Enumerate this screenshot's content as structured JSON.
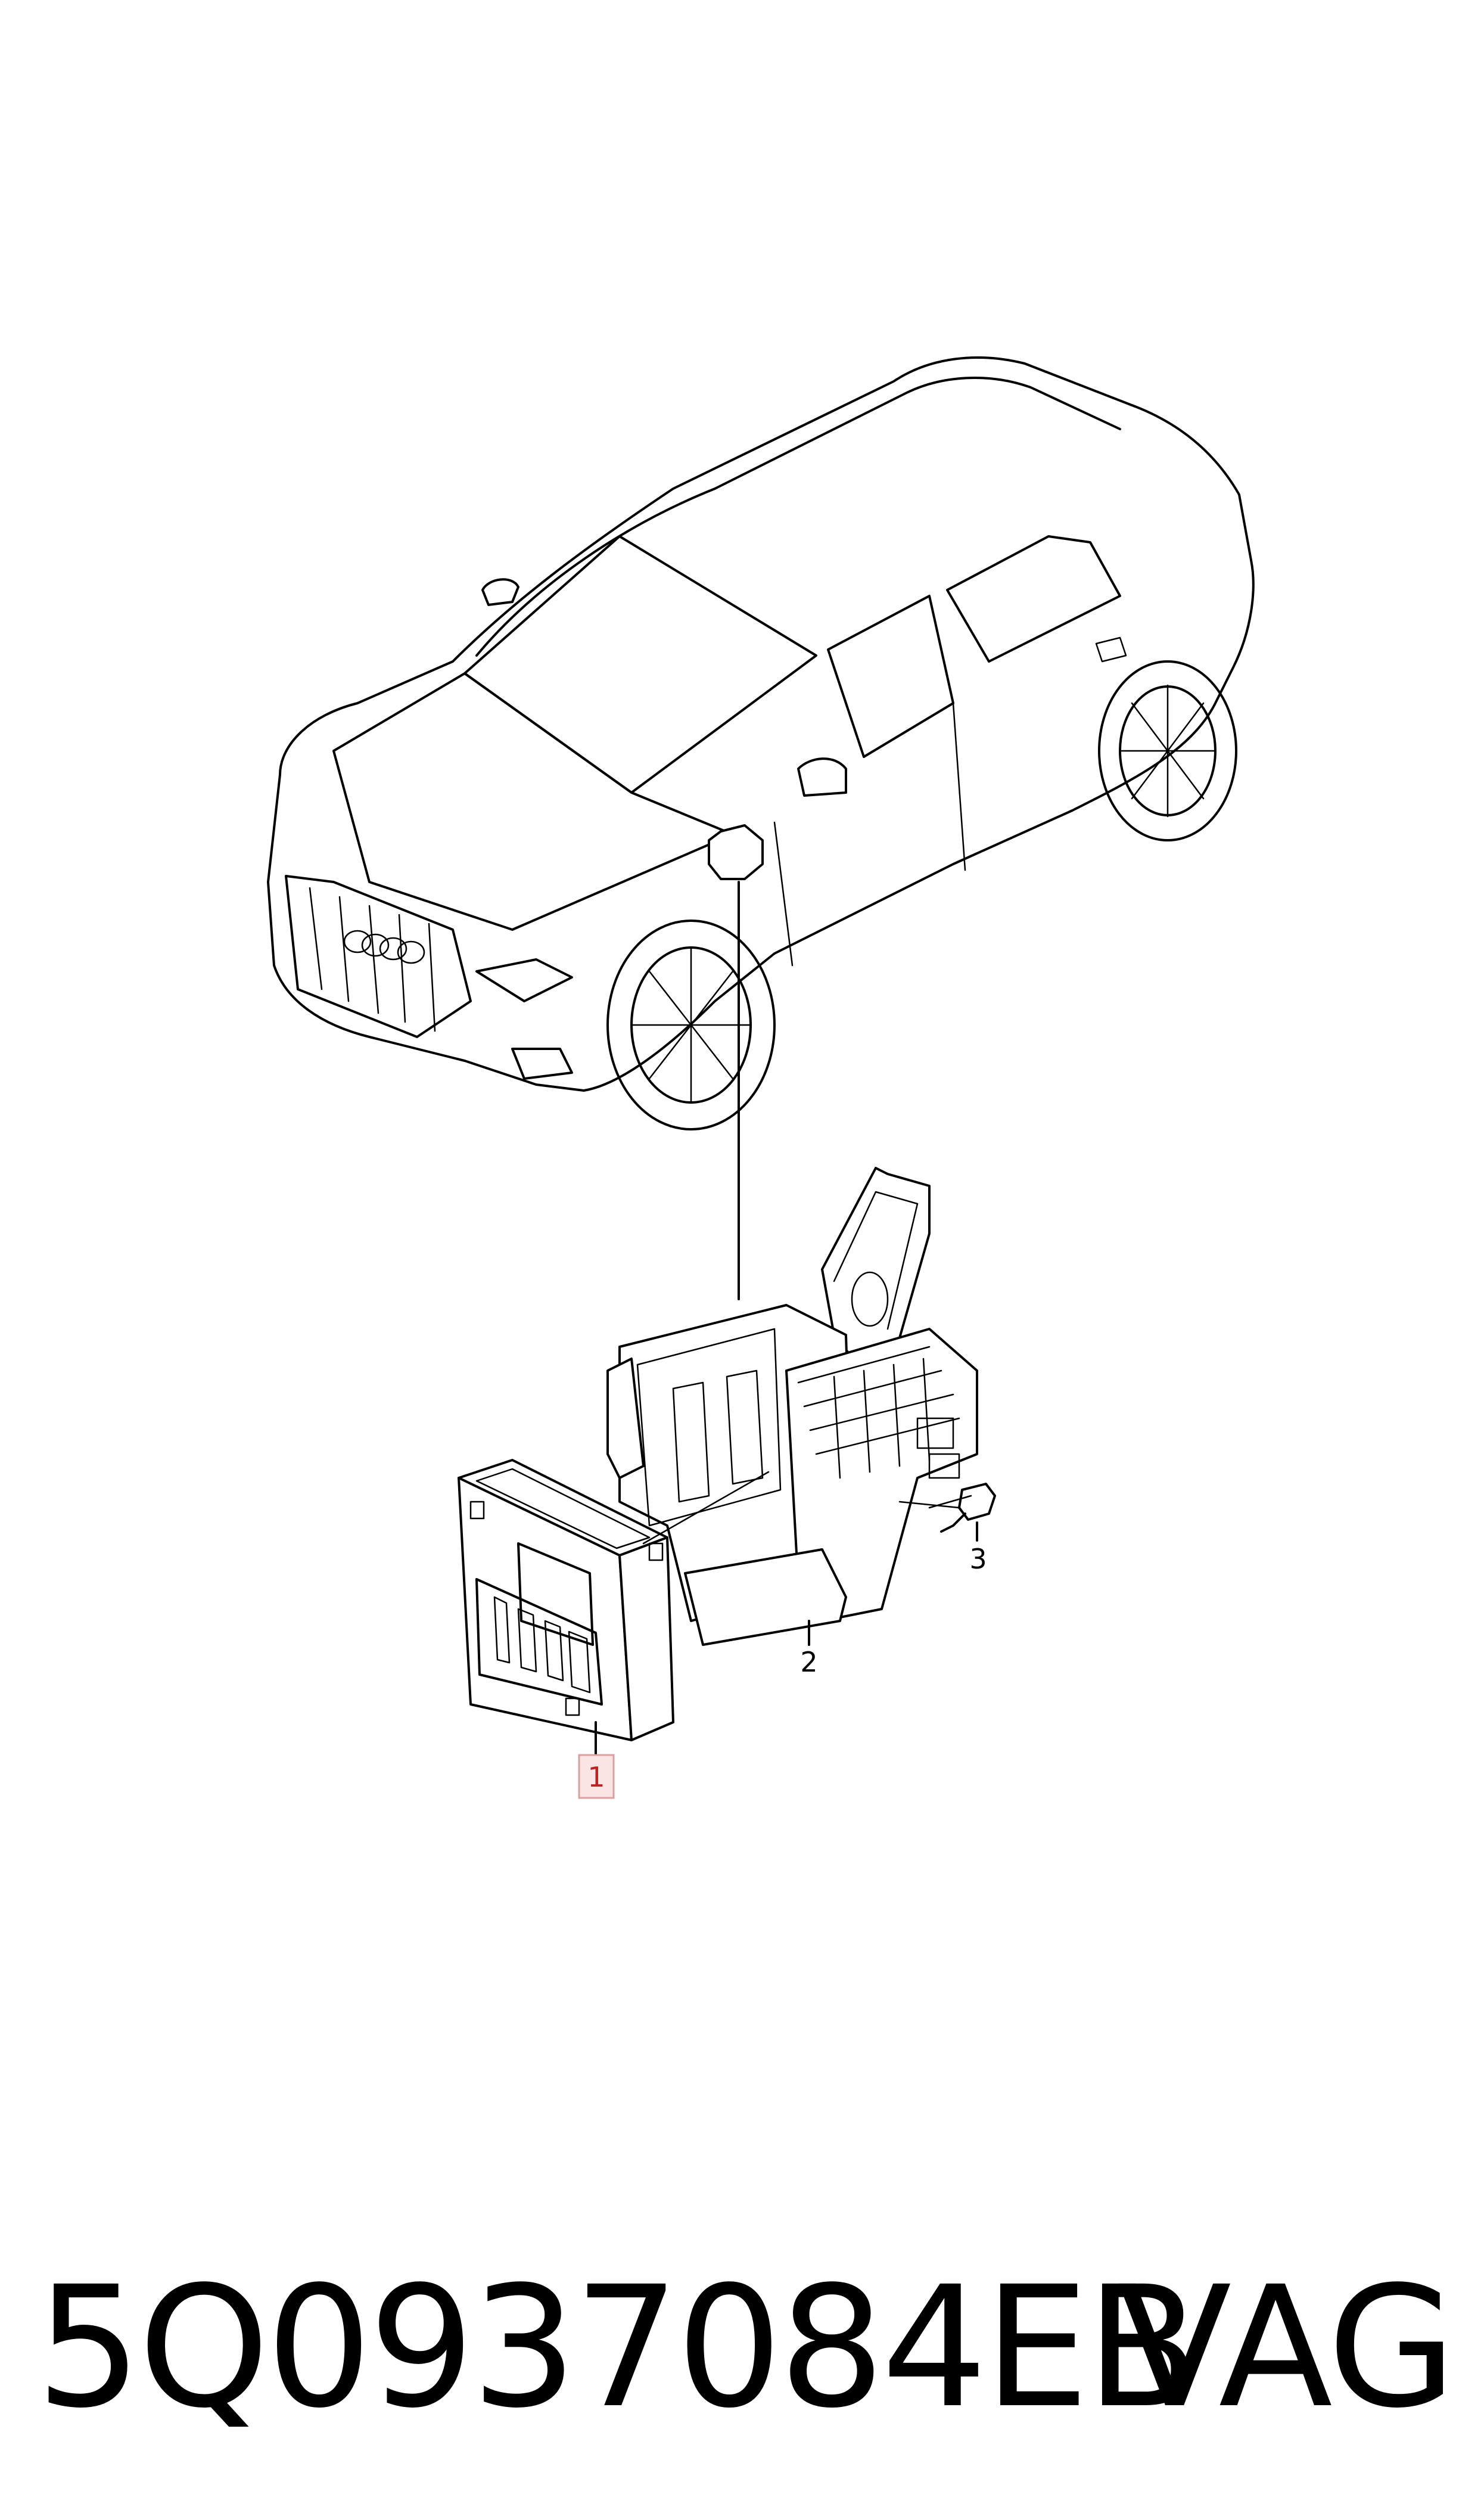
{
  "callouts": [
    {
      "id": "1",
      "label": "1",
      "highlight": true
    },
    {
      "id": "2",
      "label": "2",
      "highlight": false
    },
    {
      "id": "3",
      "label": "3",
      "highlight": false
    }
  ],
  "footer": {
    "part_number": "5Q0937084EB",
    "brand": "VAG"
  },
  "colors": {
    "line": "#000000",
    "highlight_box_fill": "#fbe4e4",
    "highlight_box_stroke": "#d9a0a0",
    "highlight_text": "#b22222"
  }
}
